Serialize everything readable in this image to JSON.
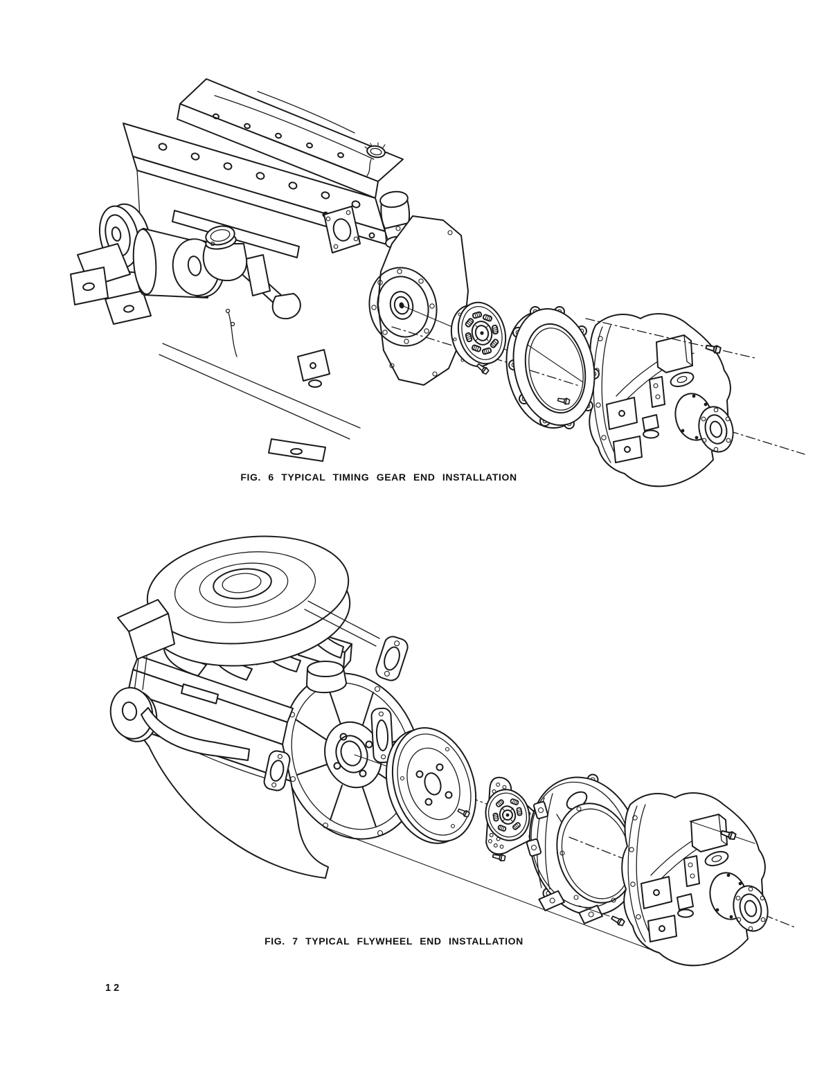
{
  "page": {
    "page_number": "12",
    "background_color": "#ffffff",
    "ink_color": "#1a1a1a"
  },
  "figures": [
    {
      "id": "figure-6",
      "caption": "FIG. 6 TYPICAL TIMING GEAR END INSTALLATION"
    },
    {
      "id": "figure-7",
      "caption": "FIG. 7 TYPICAL FLYWHEEL END INSTALLATION"
    }
  ]
}
